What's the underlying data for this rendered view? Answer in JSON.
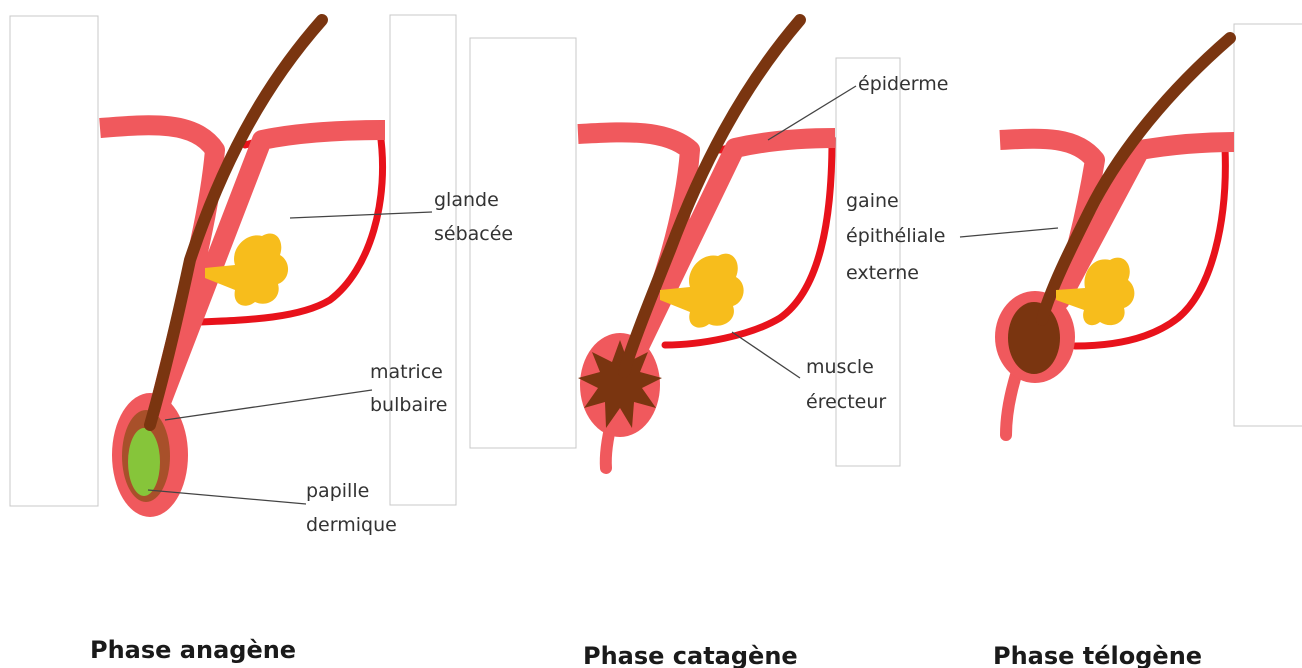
{
  "labels": {
    "glande_1": "glande",
    "glande_2": "sébacée",
    "matrice_1": "matrice",
    "matrice_2": "bulbaire",
    "papille_1": "papille",
    "papille_2": "dermique",
    "epiderme": "épiderme",
    "gaine_1": "gaine",
    "gaine_2": "épithéliale",
    "gaine_3": "externe",
    "muscle_1": "muscle",
    "muscle_2": "érecteur"
  },
  "phases": {
    "anagene": "Phase anagène",
    "catagene": "Phase catagène",
    "telogene": "Phase télogène"
  },
  "colors": {
    "sheath": "#f0595d",
    "muscle": "#e8121b",
    "hair": "#7a3510",
    "gland": "#f7bd1c",
    "papilla": "#86c53a",
    "bulb_ring": "#a8502a"
  }
}
